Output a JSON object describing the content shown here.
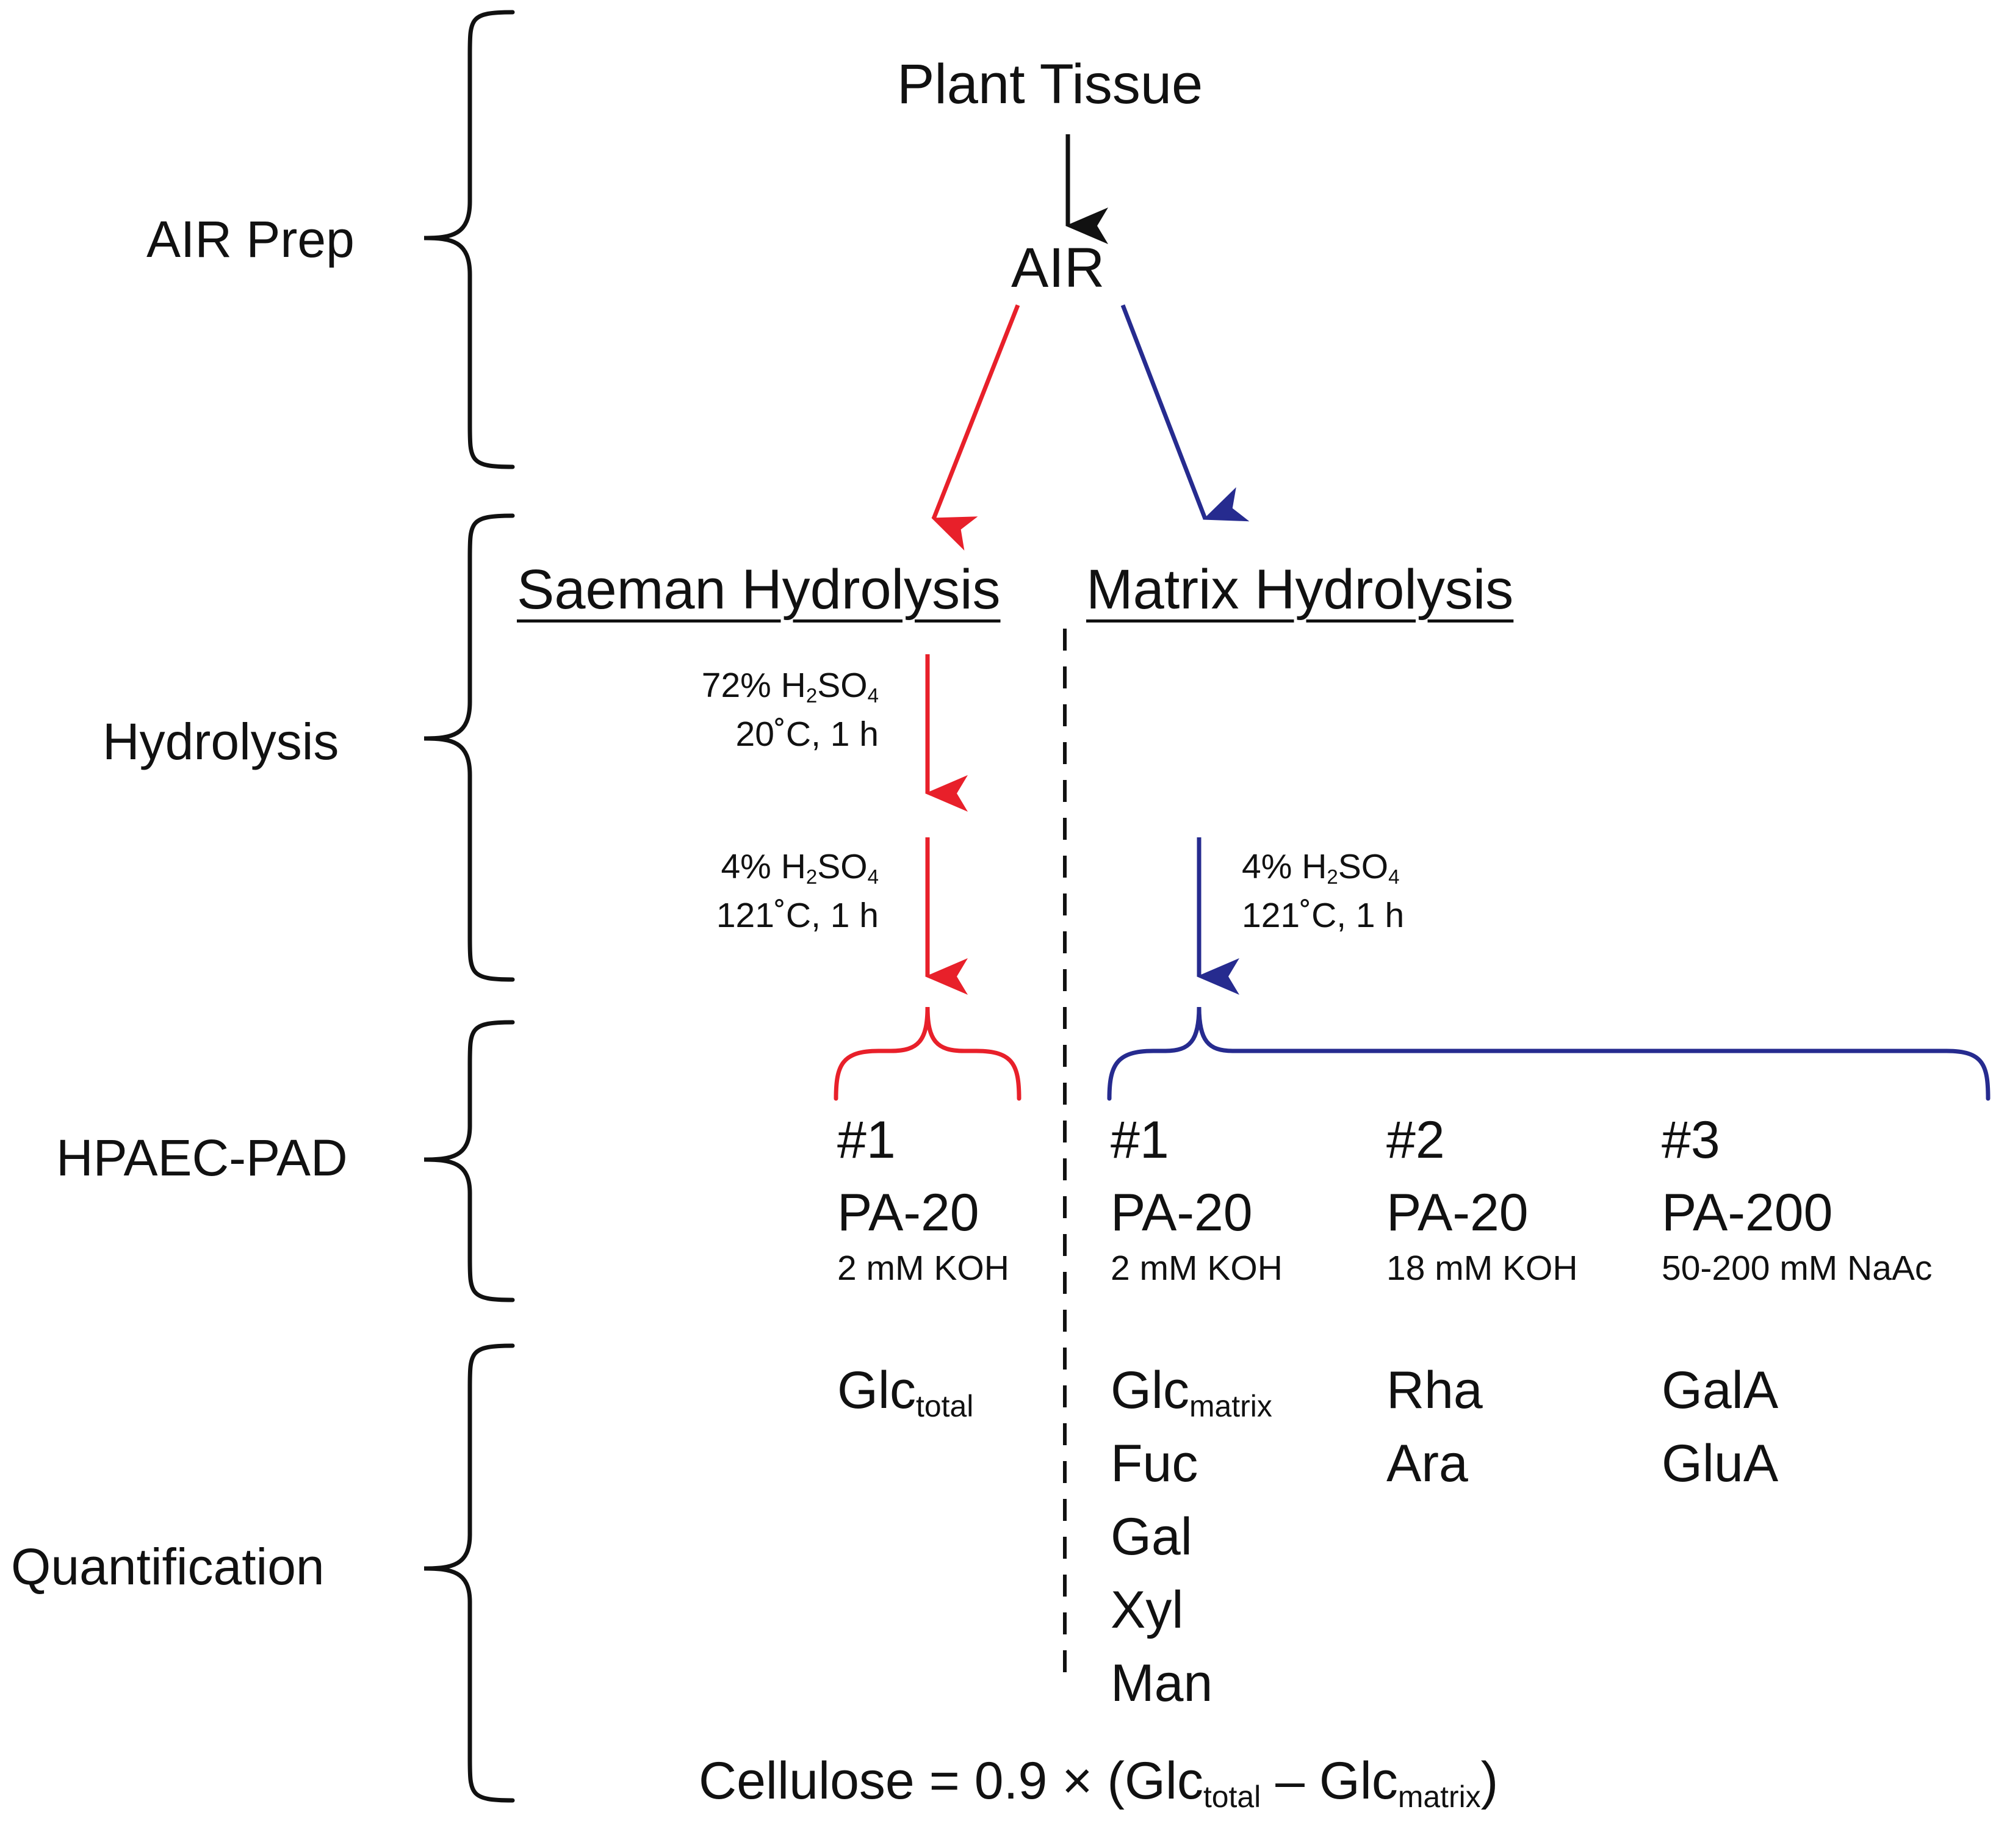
{
  "stages": {
    "air_prep": "AIR Prep",
    "hydrolysis": "Hydrolysis",
    "hpaec": "HPAEC-PAD",
    "quant": "Quantification"
  },
  "nodes": {
    "plant_tissue": "Plant Tissue",
    "air": "AIR",
    "saeman": "Saeman Hydrolysis",
    "matrix": "Matrix Hydrolysis"
  },
  "saeman_steps": {
    "s1_conc": "72% H",
    "s1_sub2": "2",
    "s1_so": "SO",
    "s1_sub4": "4",
    "s1_cond": "20˚C, 1 h",
    "s2_conc": "4% H",
    "s2_sub2": "2",
    "s2_so": "SO",
    "s2_sub4": "4",
    "s2_cond": "121˚C, 1 h"
  },
  "matrix_step": {
    "conc": "4% H",
    "sub2": "2",
    "so": "SO",
    "sub4": "4",
    "cond": "121˚C, 1 h"
  },
  "hpaec": {
    "saeman_col": {
      "num": "#1",
      "column": "PA-20",
      "eluent": "2 mM KOH"
    },
    "matrix_cols": [
      {
        "num": "#1",
        "column": "PA-20",
        "eluent": "2 mM KOH"
      },
      {
        "num": "#2",
        "column": "PA-20",
        "eluent": "18 mM KOH"
      },
      {
        "num": "#3",
        "column": "PA-200",
        "eluent": "50-200 mM NaAc"
      }
    ]
  },
  "quant": {
    "saeman": {
      "glc": "Glc",
      "sub": "total"
    },
    "col1": {
      "glc": "Glc",
      "sub": "matrix",
      "others": [
        "Fuc",
        "Gal",
        "Xyl",
        "Man"
      ]
    },
    "col2": [
      "Rha",
      "Ara"
    ],
    "col3": [
      "GalA",
      "GluA"
    ]
  },
  "formula": {
    "lhs": "Cellulose = 0.9 × (Glc",
    "sub_total": "total",
    "minus": " – Glc",
    "sub_matrix": "matrix",
    "close": ")"
  },
  "colors": {
    "saeman_red": "#e8202a",
    "matrix_blue": "#262b8f",
    "ink": "#111111"
  }
}
